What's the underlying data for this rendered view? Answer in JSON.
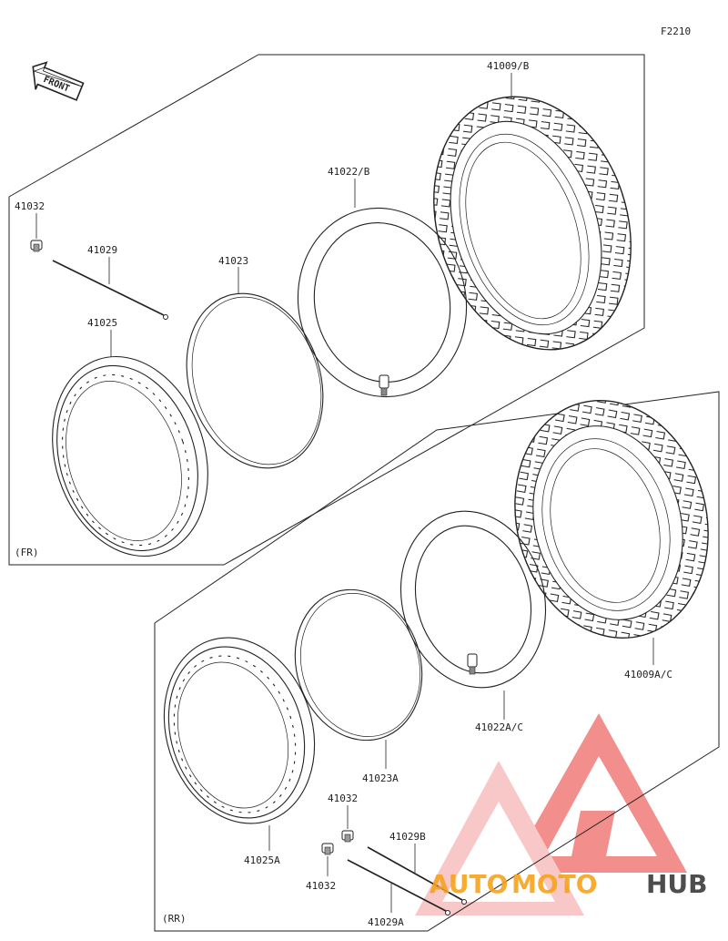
{
  "figure_code": "F2210",
  "front_label": "FRONT",
  "sections": {
    "front": "(FR)",
    "rear": "(RR)"
  },
  "parts": {
    "front_tire": "41009/B",
    "front_tube": "41022/B",
    "front_rim_band": "41023",
    "front_rim": "41025",
    "front_spoke": "41029",
    "front_nipple": "41032",
    "rear_tire": "41009A/C",
    "rear_tube": "41022A/C",
    "rear_rim_band": "41023A",
    "rear_rim": "41025A",
    "rear_spoke_b": "41029B",
    "rear_spoke_a": "41029A",
    "rear_nipple_upper": "41032",
    "rear_nipple_lower": "41032"
  },
  "watermark": {
    "text_auto": "AUTO",
    "text_moto": "MOTO",
    "text_hub": "HUB",
    "color_red": "#e8322d",
    "color_orange": "#f7a21b",
    "color_dark": "#3a3a3a"
  }
}
